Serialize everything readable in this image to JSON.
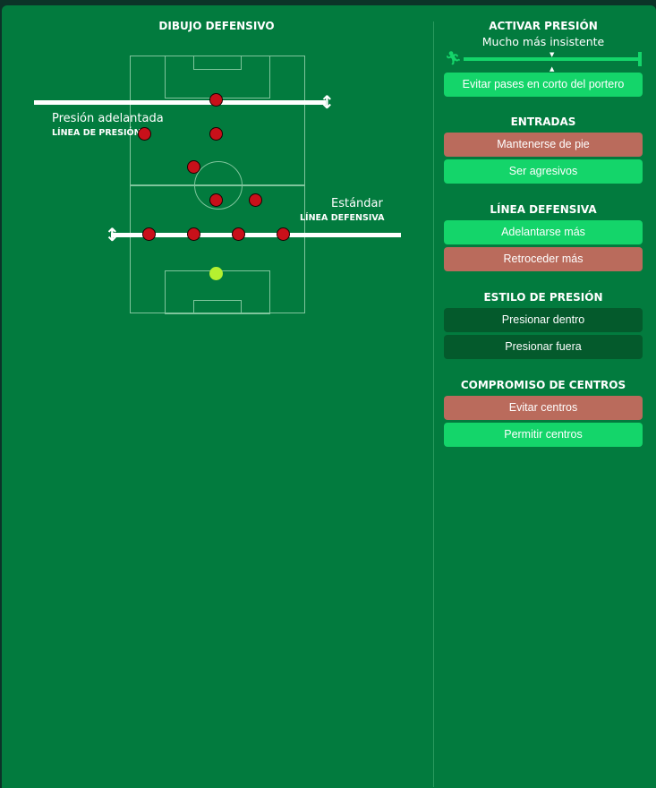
{
  "left": {
    "title": "DIBUJO DEFENSIVO",
    "pressing_line": {
      "value": "Presión adelantada",
      "label": "LÍNEA DE PRESIÓN"
    },
    "defensive_line": {
      "value": "Estándar",
      "label": "LÍNEA DEFENSIVA"
    }
  },
  "right": {
    "pressing": {
      "title": "ACTIVAR PRESIÓN",
      "value": "Mucho más insistente",
      "slider_level": 0.5,
      "button": "Evitar pases en corto del portero"
    },
    "tackling": {
      "title": "ENTRADAS",
      "options": [
        "Mantenerse de pie",
        "Ser agresivos"
      ]
    },
    "defline": {
      "title": "LÍNEA DEFENSIVA",
      "options": [
        "Adelantarse más",
        "Retroceder más"
      ]
    },
    "press_style": {
      "title": "ESTILO DE PRESIÓN",
      "options": [
        "Presionar dentro",
        "Presionar fuera"
      ]
    },
    "crosses": {
      "title": "COMPROMISO DE CENTROS",
      "options": [
        "Evitar centros",
        "Permitir centros"
      ]
    }
  },
  "colors": {
    "bg": "#027b3e",
    "active": "#14d56a",
    "negative": "#ba6b5c",
    "inactive": "#045a2c",
    "player": "#c8101a",
    "goalkeeper": "#b5f030"
  }
}
